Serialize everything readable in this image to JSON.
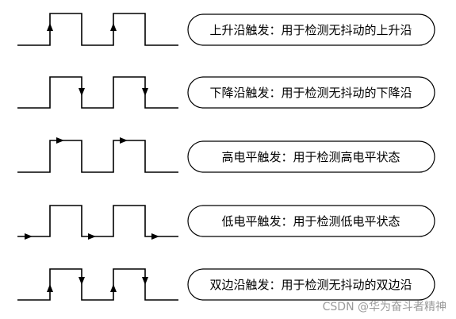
{
  "rows": [
    {
      "id": "rising",
      "label": "上升沿触发：用于检测无抖动的上升沿"
    },
    {
      "id": "falling",
      "label": "下降沿触发：用于检测无抖动的下降沿"
    },
    {
      "id": "high",
      "label": "高电平触发：用于检测高电平状态"
    },
    {
      "id": "low",
      "label": "低电平触发：用于检测低电平状态"
    },
    {
      "id": "both",
      "label": "双边沿触发：用于检测无抖动的双边沿"
    }
  ],
  "watermark": "CSDN @华为奋斗者精神"
}
